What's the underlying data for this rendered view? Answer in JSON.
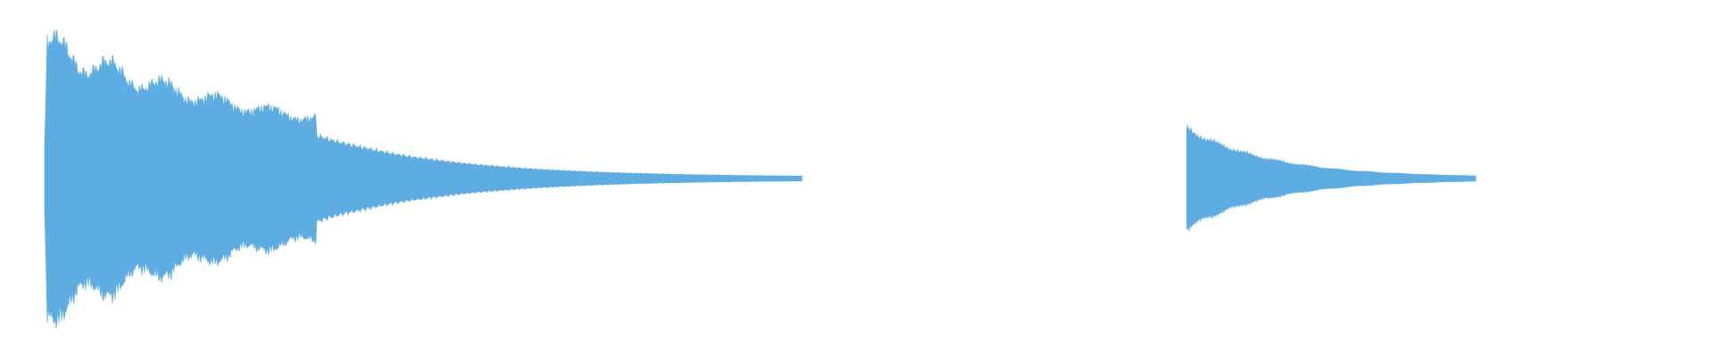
{
  "waveform": {
    "color": "#5dade2",
    "background": "#ffffff",
    "segments": [
      {
        "name": "first-sound",
        "description_level_peak": 1.0,
        "has_beating": true
      },
      {
        "name": "second-sound",
        "description_level_peak": 0.45,
        "has_beating": false
      }
    ]
  }
}
